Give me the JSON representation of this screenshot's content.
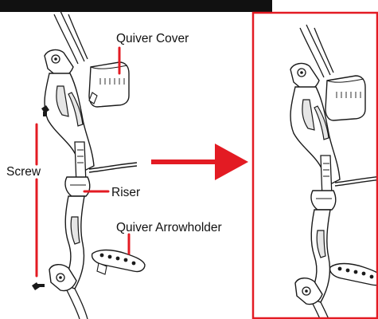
{
  "labels": {
    "quiver_cover": "Quiver Cover",
    "screw": "Screw",
    "riser": "Riser",
    "quiver_arrowholder": "Quiver Arrowholder"
  },
  "colors": {
    "callout_red": "#e31b23",
    "header_bar": "#111111",
    "line_art": "#1a1a1a",
    "part_fill": "#ffffff"
  }
}
